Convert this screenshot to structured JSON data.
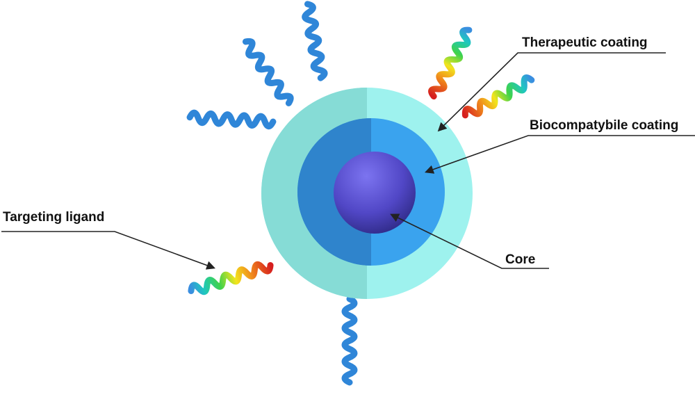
{
  "labels": {
    "therapeutic_coating": "Therapeutic coating",
    "biocompatible_coating": "Biocompatybile coating",
    "core": "Core",
    "targeting_ligand": "Targeting ligand"
  },
  "colors": {
    "therapeutic_shell": "#9ef2ee",
    "biocompatible_shell": "#3a9ee8",
    "core": "#5a4fd0",
    "ligand_blue": "#2f86d8",
    "leader_line": "#222222"
  },
  "ligands": [
    {
      "name": "helix-blue-top",
      "style": "blue"
    },
    {
      "name": "helix-blue-top-left",
      "style": "blue"
    },
    {
      "name": "helix-blue-left",
      "style": "blue"
    },
    {
      "name": "helix-rainbow-right-1",
      "style": "rainbow"
    },
    {
      "name": "helix-rainbow-right-2",
      "style": "rainbow"
    },
    {
      "name": "helix-rainbow-left",
      "style": "rainbow"
    },
    {
      "name": "helix-blue-bottom",
      "style": "blue"
    }
  ]
}
